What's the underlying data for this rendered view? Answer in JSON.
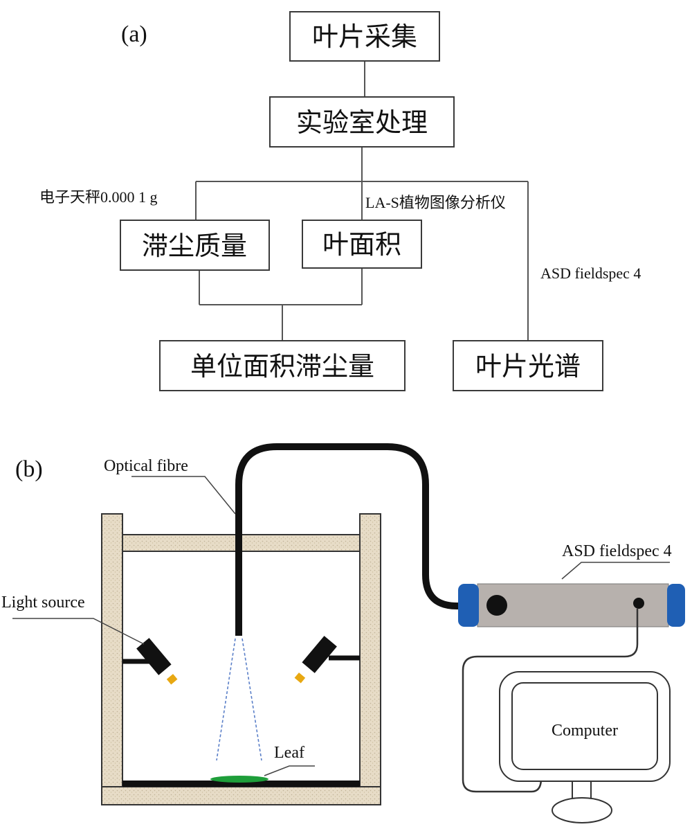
{
  "panel_a": {
    "label": "(a)",
    "boxes": {
      "leaf_collection": "叶片采集",
      "lab_processing": "实验室处理",
      "dust_mass": "滞尘质量",
      "leaf_area": "叶面积",
      "dust_per_area": "单位面积滞尘量",
      "leaf_spectrum": "叶片光谱"
    },
    "annotations": {
      "balance": "电子天秤0.000 1 g",
      "analyzer": "LA-S植物图像分析仪",
      "spectrometer": "ASD fieldspec 4"
    }
  },
  "panel_b": {
    "label": "(b)",
    "labels": {
      "optical_fibre": "Optical fibre",
      "light_source": "Light source",
      "leaf": "Leaf",
      "spectrometer": "ASD fieldspec 4",
      "computer": "Computer"
    },
    "colors": {
      "frame_wood": "#e7dcc7",
      "spectrometer_body": "#b7b1ad",
      "spectrometer_caps": "#1f5fb4",
      "leaf": "#1e9e3a",
      "light_tip": "#e8a812",
      "beam": "#5a7fc8"
    }
  }
}
